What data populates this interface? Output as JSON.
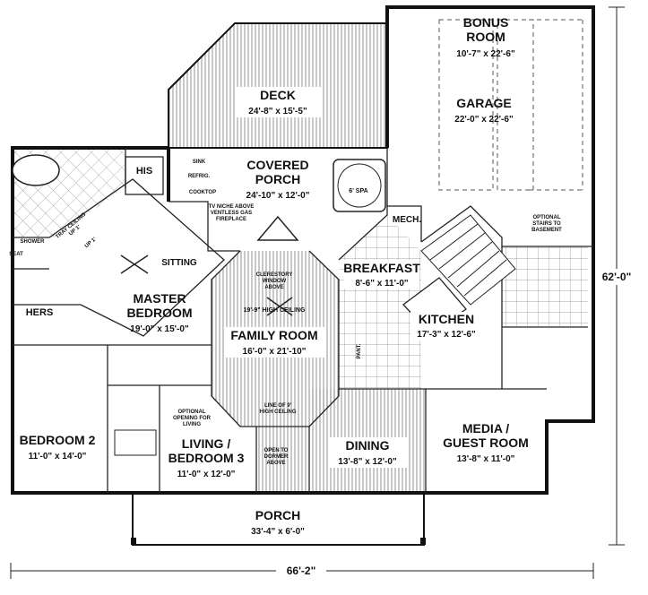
{
  "plan": {
    "rooms": {
      "bonus_room": {
        "name": "BONUS\nROOM",
        "dim": "10'-7\" x 22'-6\""
      },
      "garage": {
        "name": "GARAGE",
        "dim": "22'-0\" x 22'-6\""
      },
      "deck": {
        "name": "DECK",
        "dim": "24'-8\" x 15'-5\""
      },
      "covered_porch": {
        "name": "COVERED\nPORCH",
        "dim": "24'-10\" x 12'-0\""
      },
      "master_bedroom": {
        "name": "MASTER\nBEDROOM",
        "dim": "19'-0\" x 15'-0\""
      },
      "breakfast": {
        "name": "BREAKFAST",
        "dim": "8'-6\" x 11'-0\""
      },
      "kitchen": {
        "name": "KITCHEN",
        "dim": "17'-3\" x 12'-6\""
      },
      "family_room": {
        "name": "FAMILY ROOM",
        "dim": "16'-0\" x 21'-10\""
      },
      "bedroom2": {
        "name": "BEDROOM 2",
        "dim": "11'-0\" x 14'-0\""
      },
      "living_bedroom3": {
        "name": "LIVING /\nBEDROOM 3",
        "dim": "11'-0\" x 12'-0\""
      },
      "dining": {
        "name": "DINING",
        "dim": "13'-8\" x 12'-0\""
      },
      "media_guest": {
        "name": "MEDIA /\nGUEST ROOM",
        "dim": "13'-8\" x 11'-0\""
      },
      "porch": {
        "name": "PORCH",
        "dim": "33'-4\" x 6'-0\""
      }
    },
    "labels": {
      "his": "HIS",
      "hers": "HERS",
      "mech": "MECH.",
      "sitting": "SITTING",
      "shower": "SHOWER",
      "seat": "SEAT",
      "spa": "6' SPA",
      "sink": "SINK",
      "refrig": "REFRIG.",
      "cooktop": "COOKTOP",
      "tv_niche": "TV NICHE ABOVE\nVENTLESS GAS\nFIREPLACE",
      "clerestory": "CLERESTORY\nWINDOW\nABOVE",
      "high_ceiling": "19'-9\" HIGH CEILING",
      "tray_ceiling": "TRAY CEILING\nUP 1'",
      "up1": "UP 1'",
      "optional_stairs": "OPTIONAL\nSTAIRS TO\nBASEMENT",
      "optional_opening": "OPTIONAL\nOPENING FOR\nLIVING",
      "line_9ft": "LINE OF 9'\nHIGH CEILING",
      "open_dormer": "OPEN TO\nDORMER\nABOVE",
      "pant": "PANT."
    },
    "dimensions": {
      "width": "66'-2\"",
      "depth": "62'-0\""
    }
  }
}
